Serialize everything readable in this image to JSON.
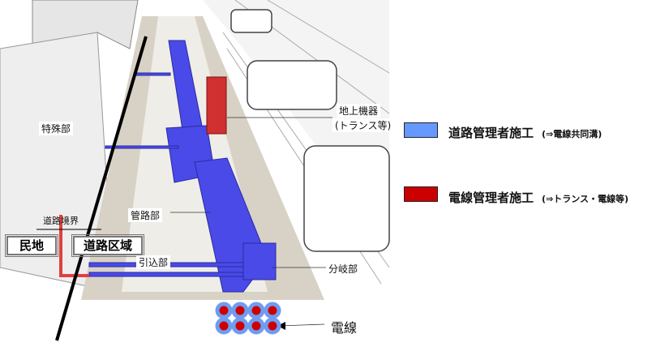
{
  "labels": {
    "ground_equipment": "地上機器",
    "ground_equipment_sub": "(トランス等)",
    "special_section": "特殊部",
    "conduit_section": "管路部",
    "road_boundary": "道路境界",
    "private_land": "民地",
    "road_area": "道路区域",
    "service_section": "引込部",
    "branch_section": "分岐部",
    "cable": "電線"
  },
  "legend": [
    {
      "label": "道路管理者施工",
      "note": "(⇒電線共同溝)",
      "color": "#6699ff"
    },
    {
      "label": "電線管理者施工",
      "note": "(⇒トランス・電線等)",
      "color": "#cc0000"
    }
  ],
  "colors": {
    "duct": "#4a4ae8",
    "equipment": "#d03030",
    "cable_core": "#cc0000",
    "cable_ring": "#6f9cf0"
  }
}
